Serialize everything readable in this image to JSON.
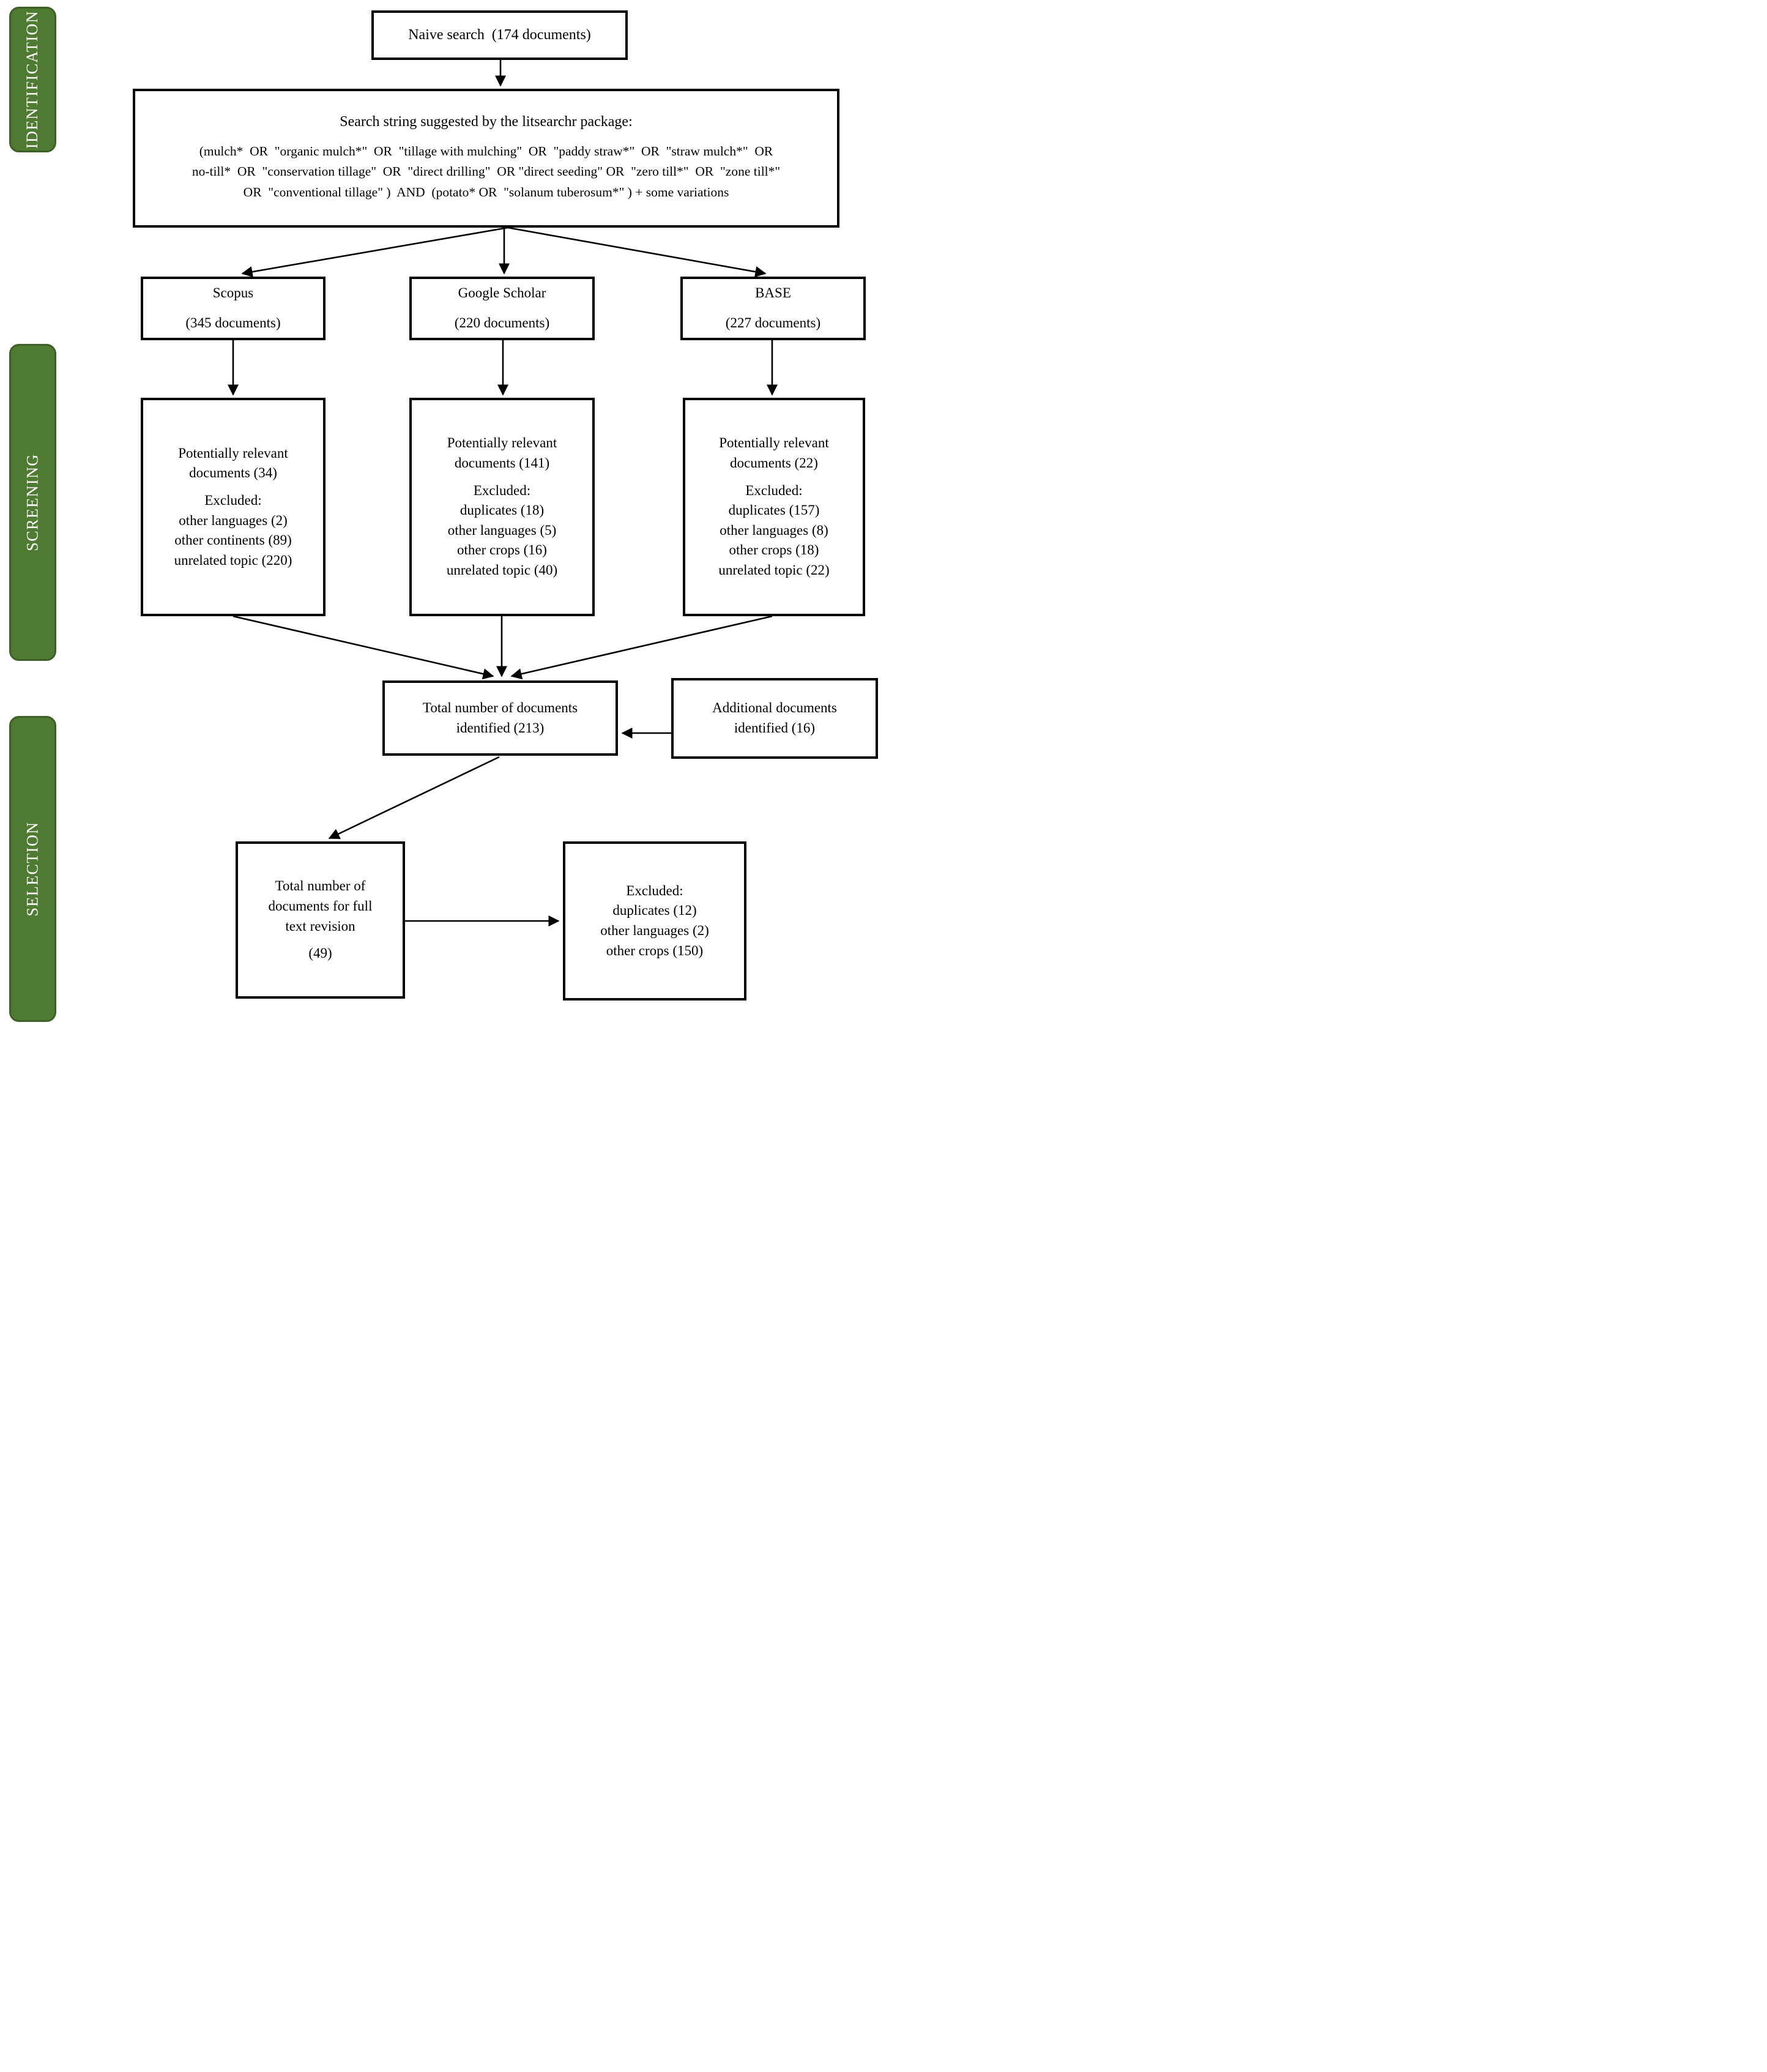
{
  "page": {
    "background": "#ffffff"
  },
  "sidebar": {
    "fill_color": "#4e7b31",
    "border_color": "#3e5f26",
    "text_color": "#ffffff",
    "items": [
      {
        "label": "IDENTIFICATION"
      },
      {
        "label": "SCREENING"
      },
      {
        "label": "SELECTION"
      }
    ]
  },
  "flow": {
    "naive_search": {
      "label": "Naive search  (174 documents)"
    },
    "search_string": {
      "title": "Search string suggested by the litsearchr package:",
      "line1": "(mulch*  OR  \"organic mulch*\"  OR  \"tillage with mulching\"  OR  \"paddy straw*\"  OR  \"straw mulch*\"  OR",
      "line2": "no-till*  OR  \"conservation tillage\"  OR  \"direct drilling\"  OR \"direct seeding\" OR  \"zero till*\"  OR  \"zone till*\"",
      "line3": "OR  \"conventional tillage\" )  AND  (potato* OR  \"solanum tuberosum*\" ) + some variations"
    },
    "databases": [
      {
        "name": "Scopus",
        "count": "(345 documents)"
      },
      {
        "name": "Google Scholar",
        "count": "(220 documents)"
      },
      {
        "name": "BASE",
        "count": "(227 documents)"
      }
    ],
    "screening": [
      {
        "line1": "Potentially relevant",
        "line2": "documents (34)",
        "excluded_label": "Excluded:",
        "items": [
          "other languages (2)",
          "other continents (89)",
          "unrelated topic (220)"
        ]
      },
      {
        "line1": "Potentially relevant",
        "line2": "documents (141)",
        "excluded_label": "Excluded:",
        "items": [
          "duplicates (18)",
          "other languages (5)",
          "other crops (16)",
          "unrelated topic (40)"
        ]
      },
      {
        "line1": "Potentially relevant",
        "line2": "documents (22)",
        "excluded_label": "Excluded:",
        "items": [
          "duplicates (157)",
          "other languages (8)",
          "other crops (18)",
          "unrelated topic (22)"
        ]
      }
    ],
    "total_identified": {
      "line1": "Total number of documents",
      "line2": "identified (213)"
    },
    "additional": {
      "line1": "Additional documents",
      "line2": "identified (16)"
    },
    "full_text": {
      "line1": "Total number of",
      "line2": "documents for full",
      "line3": "text revision",
      "line4": "(49)"
    },
    "final_excluded": {
      "label": "Excluded:",
      "items": [
        "duplicates (12)",
        "other languages (2)",
        "other crops (150)"
      ]
    }
  }
}
